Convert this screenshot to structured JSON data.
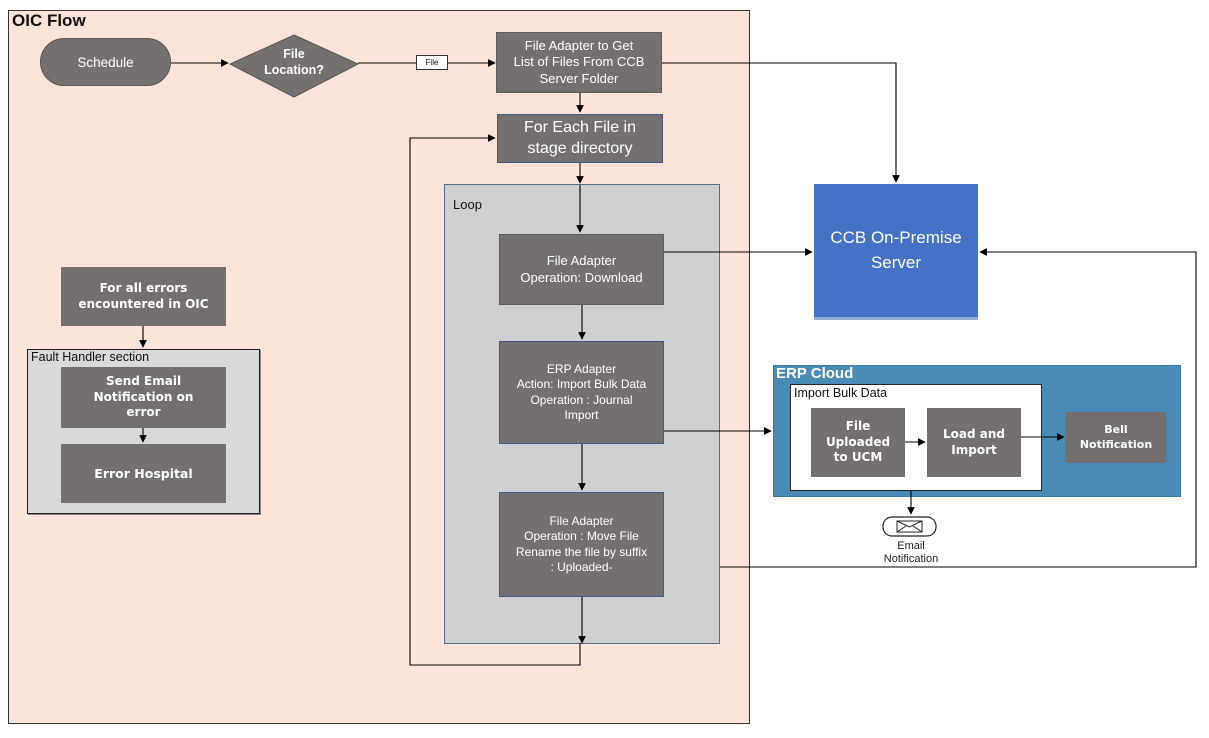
{
  "oic_flow": {
    "title": "OIC Flow",
    "schedule": "Schedule",
    "decision": "File\nLocation?",
    "branch_label": "File",
    "get_files": "File Adapter to Get\nList of Files From CCB\nServer Folder",
    "for_each": "For Each File in\nstage directory",
    "loop": {
      "title": "Loop",
      "download": "File Adapter\nOperation: Download",
      "erp_adapter": "ERP Adapter\nAction: Import Bulk Data\nOperation : Journal\nImport",
      "move_file": "File Adapter\nOperation : Move File\nRename the file by suffix\n: Uploaded-"
    },
    "errors_note": "For all errors\nencountered in OIC",
    "fault_handler": {
      "title": "Fault Handler section",
      "send_email": "Send Email\nNotification on\nerror",
      "error_hospital": "Error Hospital"
    }
  },
  "ccb_server": "CCB On-Premise\nServer",
  "erp_cloud": {
    "title": "ERP Cloud",
    "import_bulk_data": {
      "title": "Import Bulk Data",
      "file_uploaded": "File\nUploaded\nto UCM",
      "load_import": "Load and\nImport"
    },
    "bell_notification": "Bell\nNotification"
  },
  "email_notification": "Email\nNotification",
  "colors": {
    "oic_background": "#fbe4da",
    "process_box": "#757070",
    "loop_background": "#d0cfd0",
    "ccb_server": "#4472c4",
    "erp_cloud": "#4a8bb5",
    "fault_background": "#d9d9d9"
  }
}
